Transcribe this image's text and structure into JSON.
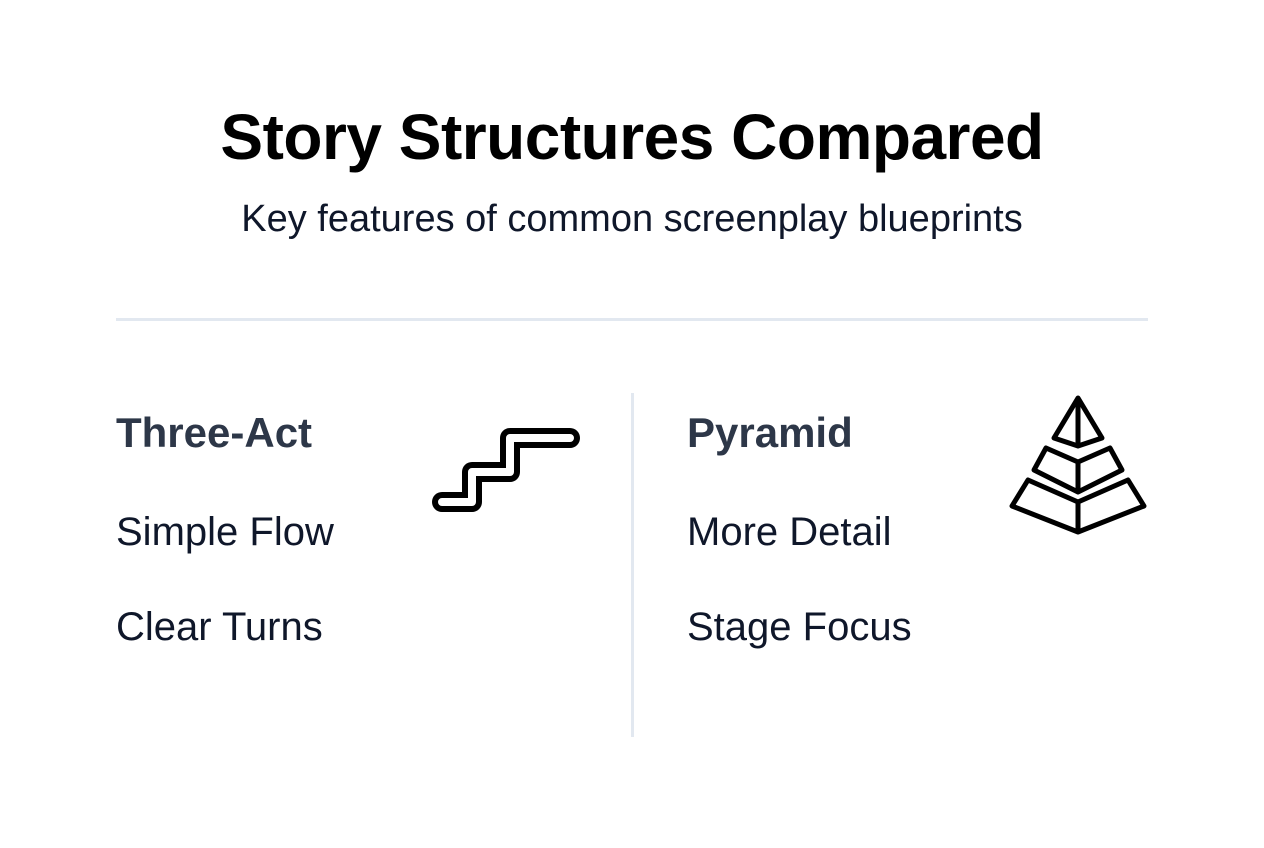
{
  "header": {
    "title": "Story Structures Compared",
    "subtitle": "Key features of common screenplay blueprints"
  },
  "columns": [
    {
      "heading": "Three-Act",
      "icon": "stairs-icon",
      "items": [
        "Simple Flow",
        "Clear Turns"
      ]
    },
    {
      "heading": "Pyramid",
      "icon": "pyramid-icon",
      "items": [
        "More Detail",
        "Stage Focus"
      ]
    }
  ],
  "colors": {
    "divider": "#e2e8f0",
    "heading": "#2d3748",
    "text": "#0f172a",
    "title": "#000000"
  }
}
